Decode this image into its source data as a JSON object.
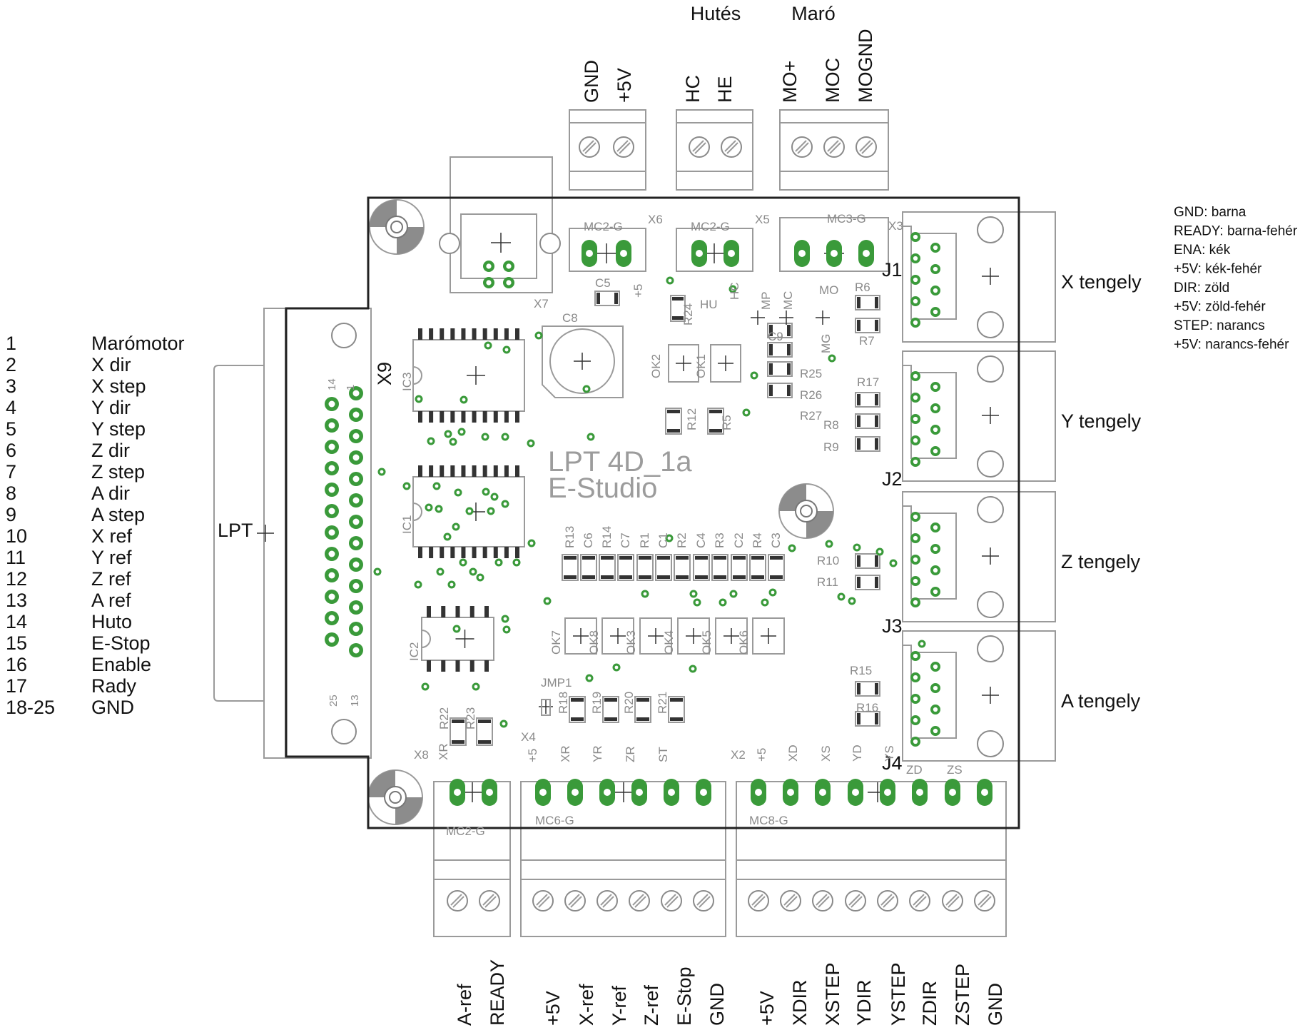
{
  "top_groups": [
    "Hutés",
    "Maró"
  ],
  "top_terminal_labels": [
    "GND",
    "+5V",
    "HC",
    "HE",
    "MO+",
    "MOC",
    "MOGND"
  ],
  "bottom_terminal_labels": [
    "A-ref",
    "READY",
    "+5V",
    "X-ref",
    "Y-ref",
    "Z-ref",
    "E-Stop",
    "GND",
    "+5V",
    "XDIR",
    "XSTEP",
    "YDIR",
    "YSTEP",
    "ZDIR",
    "ZSTEP",
    "GND"
  ],
  "board_title": [
    "LPT 4D_1a",
    "E-Studio"
  ],
  "connector_labels": {
    "x6": "X6",
    "x5": "X5",
    "x3": "X3",
    "x7": "X7",
    "x8": "X8",
    "x4": "X4",
    "x2": "X2",
    "x9": "X9",
    "mc_x6": "MC2-G",
    "mc_x5": "MC2-G",
    "mc_x3": "MC3-G",
    "mc_x8": "MC2-G",
    "mc_x4": "MC6-G",
    "mc_x2": "MC8-G",
    "lpt": "LPT",
    "jmp1": "JMP1"
  },
  "pin_labels": {
    "x6_plus5": "+5",
    "x5_hc": "HC",
    "x5_hu": "HU",
    "mp": "MP",
    "mc": "MC",
    "mo": "MO",
    "mg": "MG",
    "x8_xr": "XR",
    "x4": [
      "+5",
      "XR",
      "YR",
      "ZR",
      "ST"
    ],
    "x2": [
      "+5",
      "XD",
      "XS",
      "YD",
      "YS",
      "ZD",
      "ZS"
    ],
    "lpt_pin_1": "1",
    "lpt_pin_14": "14",
    "lpt_pin_13": "13",
    "lpt_pin_25": "25"
  },
  "ic_labels": [
    "IC3",
    "IC1",
    "IC2"
  ],
  "optocouplers": [
    "OK2",
    "OK1",
    "OK7",
    "OK8",
    "OK3",
    "OK4",
    "OK5",
    "OK6"
  ],
  "caps": [
    "C5",
    "C8",
    "C9"
  ],
  "resistors_right": [
    "R6",
    "R7",
    "R25",
    "R26",
    "R27",
    "R17",
    "R8",
    "R9",
    "R10",
    "R11",
    "R15",
    "R16"
  ],
  "resistors_small": [
    "R24",
    "R12",
    "R5"
  ],
  "resistor_row": [
    "R13",
    "C6",
    "R14",
    "C7",
    "R1",
    "C1",
    "R2",
    "C4",
    "R3",
    "C2",
    "R4",
    "C3"
  ],
  "resistor_row_bottom": [
    "R18",
    "R19",
    "R20",
    "R21"
  ],
  "resistor_left_bottom": [
    "R22",
    "R23"
  ],
  "axis_connectors": [
    {
      "j": "J1",
      "label": "X tengely"
    },
    {
      "j": "J2",
      "label": "Y tengely"
    },
    {
      "j": "J3",
      "label": "Z tengely"
    },
    {
      "j": "J4",
      "label": "A tengely"
    }
  ],
  "wire_legend": [
    "GND: barna",
    "READY: barna-fehér",
    "ENA: kék",
    "+5V: kék-fehér",
    "DIR: zöld",
    "+5V: zöld-fehér",
    "STEP: narancs",
    "+5V: narancs-fehér"
  ],
  "lpt_pinout": [
    {
      "pin": "1",
      "name": "Marómotor"
    },
    {
      "pin": "2",
      "name": "X dir"
    },
    {
      "pin": "3",
      "name": "X step"
    },
    {
      "pin": "4",
      "name": "Y dir"
    },
    {
      "pin": "5",
      "name": "Y step"
    },
    {
      "pin": "6",
      "name": "Z dir"
    },
    {
      "pin": "7",
      "name": "Z step"
    },
    {
      "pin": "8",
      "name": "A dir"
    },
    {
      "pin": "9",
      "name": "A step"
    },
    {
      "pin": "10",
      "name": "X ref"
    },
    {
      "pin": "11",
      "name": "Y ref"
    },
    {
      "pin": "12",
      "name": "Z ref"
    },
    {
      "pin": "13",
      "name": "A ref"
    },
    {
      "pin": "14",
      "name": "Huto"
    },
    {
      "pin": "15",
      "name": "E-Stop"
    },
    {
      "pin": "16",
      "name": "Enable"
    },
    {
      "pin": "17",
      "name": "Rady"
    },
    {
      "pin": "18-25",
      "name": "GND"
    }
  ],
  "colors": {
    "pad": "#3a9a3a",
    "silkscreen": "#8a8a8a",
    "board_edge": "#222222"
  }
}
